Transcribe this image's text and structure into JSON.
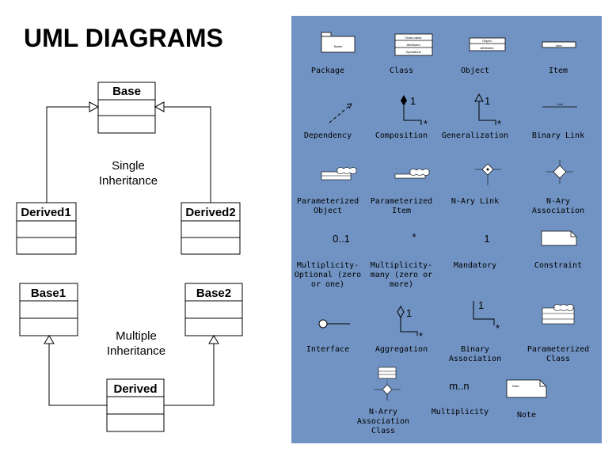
{
  "title": "UML DIAGRAMS",
  "left_diagram": {
    "single": {
      "base": "Base",
      "derived_left": "Derived1",
      "derived_right": "Derived2",
      "caption_line1": "Single",
      "caption_line2": "Inheritance"
    },
    "multiple": {
      "base_left": "Base1",
      "base_right": "Base2",
      "derived": "Derived",
      "caption_line1": "Multiple",
      "caption_line2": "Inheritance"
    }
  },
  "palette": {
    "background": "#7193c3",
    "items": [
      {
        "label": [
          "Package"
        ],
        "icon": "package-icon"
      },
      {
        "label": [
          "Class"
        ],
        "icon": "class-icon"
      },
      {
        "label": [
          "Object"
        ],
        "icon": "object-icon"
      },
      {
        "label": [
          "Item"
        ],
        "icon": "item-icon"
      },
      {
        "label": [
          "Dependency"
        ],
        "icon": "dependency-icon"
      },
      {
        "label": [
          "Composition"
        ],
        "icon": "composition-icon"
      },
      {
        "label": [
          "Generalization"
        ],
        "icon": "generalization-icon"
      },
      {
        "label": [
          "Binary Link"
        ],
        "icon": "binary-link-icon"
      },
      {
        "label": [
          "Parameterized",
          "Object"
        ],
        "icon": "parameterized-object-icon"
      },
      {
        "label": [
          "Parameterized",
          "Item"
        ],
        "icon": "parameterized-item-icon"
      },
      {
        "label": [
          "N-Ary Link"
        ],
        "icon": "n-ary-link-icon"
      },
      {
        "label": [
          "N-Ary",
          "Association"
        ],
        "icon": "n-ary-association-icon"
      },
      {
        "label": [
          "Multiplicity-",
          "Optional (zero",
          "or one)"
        ],
        "icon": "multiplicity-optional-icon",
        "glyph": "0..1"
      },
      {
        "label": [
          "Multiplicity-",
          "many (zero or",
          "more)"
        ],
        "icon": "multiplicity-many-icon",
        "glyph": "*"
      },
      {
        "label": [
          "Mandatory"
        ],
        "icon": "mandatory-icon",
        "glyph": "1"
      },
      {
        "label": [
          "Constraint"
        ],
        "icon": "constraint-icon"
      },
      {
        "label": [
          "Interface"
        ],
        "icon": "interface-icon"
      },
      {
        "label": [
          "Aggregation"
        ],
        "icon": "aggregation-icon"
      },
      {
        "label": [
          "Binary",
          "Association"
        ],
        "icon": "binary-association-icon"
      },
      {
        "label": [
          "Parameterized",
          "Class"
        ],
        "icon": "parameterized-class-icon"
      },
      {
        "label": [
          "N-Arry",
          "Association",
          "Class"
        ],
        "icon": "n-arry-association-class-icon"
      },
      {
        "label": [
          "Multiplicity"
        ],
        "icon": "multiplicity-icon",
        "glyph": "m..n"
      },
      {
        "label": [
          "Note"
        ],
        "icon": "note-icon"
      }
    ],
    "icon_text": {
      "package_name": "Name",
      "class_name": "Class name",
      "attributes": "Attributes",
      "operations": "Operations",
      "object": "Object",
      "item": "Item",
      "note": "Note",
      "one": "1",
      "star": "*"
    }
  }
}
